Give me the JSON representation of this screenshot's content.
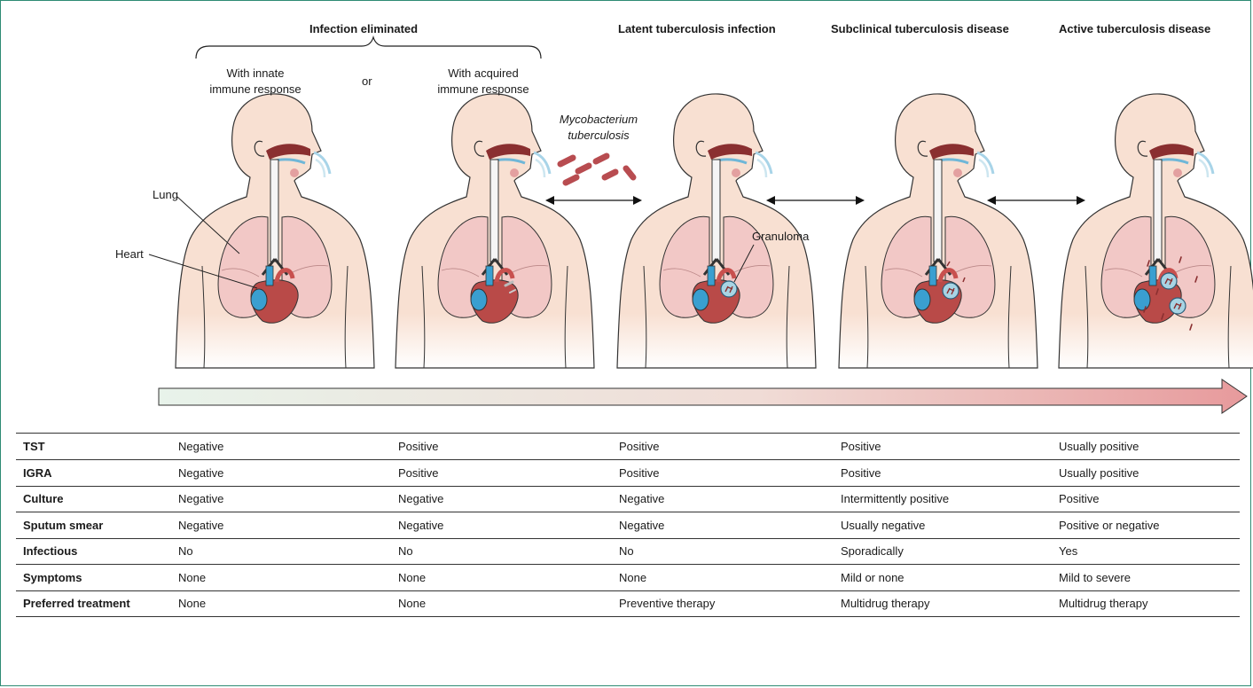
{
  "headers": {
    "eliminated": "Infection eliminated",
    "latent": "Latent tuberculosis infection",
    "subclinical": "Subclinical tuberculosis disease",
    "active": "Active tuberculosis disease"
  },
  "subheaders": {
    "innate": "With innate\nimmune response",
    "or": "or",
    "acquired": "With acquired\nimmune response"
  },
  "labels": {
    "bacterium": "Mycobacterium\ntuberculosis",
    "lung": "Lung",
    "heart": "Heart",
    "granuloma": "Granuloma"
  },
  "colors": {
    "skin": "#f8e0d2",
    "skin_outline": "#333333",
    "lung": "#f2c8c6",
    "heart": "#b94a48",
    "vessel_blue": "#3a9fd0",
    "bacteria": "#b84c50",
    "gradient_start": "#e8f3ea",
    "gradient_end": "#e79a9c",
    "frame": "#2e8b73"
  },
  "table": {
    "rows": [
      {
        "label": "TST",
        "cells": [
          "Negative",
          "Positive",
          "Positive",
          "Positive",
          "Usually positive"
        ]
      },
      {
        "label": "IGRA",
        "cells": [
          "Negative",
          "Positive",
          "Positive",
          "Positive",
          "Usually positive"
        ]
      },
      {
        "label": "Culture",
        "cells": [
          "Negative",
          "Negative",
          "Negative",
          "Intermittently positive",
          "Positive"
        ]
      },
      {
        "label": "Sputum smear",
        "cells": [
          "Negative",
          "Negative",
          "Negative",
          "Usually negative",
          "Positive or negative"
        ]
      },
      {
        "label": "Infectious",
        "cells": [
          "No",
          "No",
          "No",
          "Sporadically",
          "Yes"
        ]
      },
      {
        "label": "Symptoms",
        "cells": [
          "None",
          "None",
          "None",
          "Mild or none",
          "Mild to severe"
        ]
      },
      {
        "label": "Preferred treatment",
        "cells": [
          "None",
          "None",
          "Preventive therapy",
          "Multidrug therapy",
          "Multidrug therapy"
        ]
      }
    ]
  }
}
